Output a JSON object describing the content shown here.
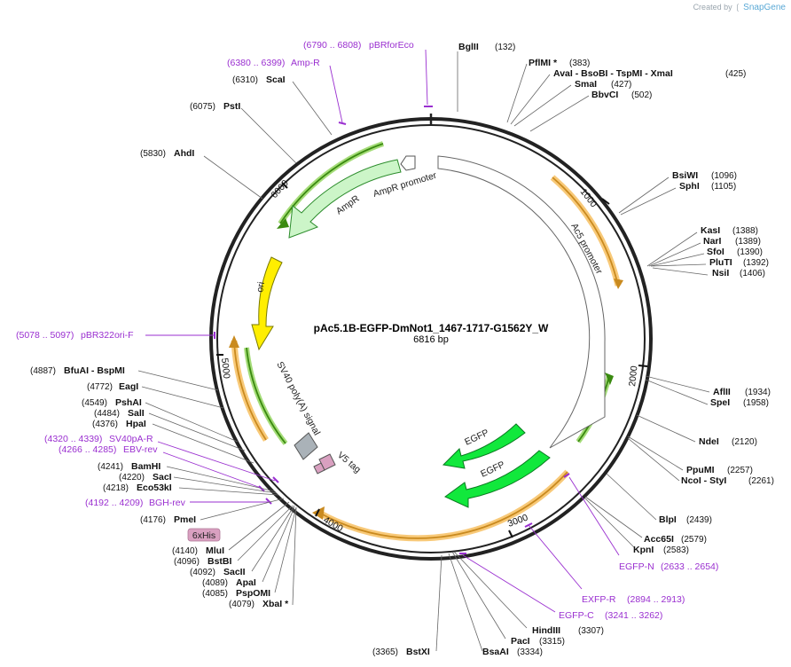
{
  "credit": {
    "prefix": "Created by",
    "brand": "SnapGene"
  },
  "plasmid": {
    "name": "pAc5.1B-EGFP-DmNot1_1467-1717-G1562Y_W",
    "length_label": "6816 bp",
    "length": 6816
  },
  "ticks": [
    {
      "label": "1000",
      "bp": 1000
    },
    {
      "label": "2000",
      "bp": 2000
    },
    {
      "label": "3000",
      "bp": 3000
    },
    {
      "label": "4000",
      "bp": 4000
    },
    {
      "label": "5000",
      "bp": 5000
    },
    {
      "label": "6000",
      "bp": 6000
    }
  ],
  "colors": {
    "backbone": "#222222",
    "primer": "#9a2fd0",
    "orange": "#f0a030",
    "green": "#33cc33",
    "light_green": "#ccf5c8",
    "yellow": "#ffee00",
    "gray": "#aab2b8",
    "pink": "#d9a0c0"
  },
  "sites": [
    {
      "name": "BglII",
      "pos": "(132)",
      "bp": 132
    },
    {
      "name": "PflMI *",
      "pos": "(383)",
      "bp": 383
    },
    {
      "name": "AvaI - BsoBI - TspMI - XmaI",
      "pos": "(425)",
      "bp": 425
    },
    {
      "name": "SmaI",
      "pos": "(427)",
      "bp": 427
    },
    {
      "name": "BbvCI",
      "pos": "(502)",
      "bp": 502
    },
    {
      "name": "BsiWI",
      "pos": "(1096)",
      "bp": 1096
    },
    {
      "name": "SphI",
      "pos": "(1105)",
      "bp": 1105
    },
    {
      "name": "KasI",
      "pos": "(1388)",
      "bp": 1388
    },
    {
      "name": "NarI",
      "pos": "(1389)",
      "bp": 1389
    },
    {
      "name": "SfoI",
      "pos": "(1390)",
      "bp": 1390
    },
    {
      "name": "PluTI",
      "pos": "(1392)",
      "bp": 1392
    },
    {
      "name": "NsiI",
      "pos": "(1406)",
      "bp": 1406
    },
    {
      "name": "AflII",
      "pos": "(1934)",
      "bp": 1934
    },
    {
      "name": "SpeI",
      "pos": "(1958)",
      "bp": 1958
    },
    {
      "name": "NdeI",
      "pos": "(2120)",
      "bp": 2120
    },
    {
      "name": "PpuMI",
      "pos": "(2257)",
      "bp": 2257
    },
    {
      "name": "NcoI - StyI",
      "pos": "(2261)",
      "bp": 2261
    },
    {
      "name": "BlpI",
      "pos": "(2439)",
      "bp": 2439
    },
    {
      "name": "Acc65I",
      "pos": "(2579)",
      "bp": 2579
    },
    {
      "name": "KpnI",
      "pos": "(2583)",
      "bp": 2583
    },
    {
      "name": "HindIII",
      "pos": "(3307)",
      "bp": 3307
    },
    {
      "name": "PacI",
      "pos": "(3315)",
      "bp": 3315
    },
    {
      "name": "BsaAI",
      "pos": "(3334)",
      "bp": 3334
    },
    {
      "name": "BstXI",
      "pos": "(3365)",
      "bp": 3365
    },
    {
      "name": "XbaI *",
      "pos": "(4079)",
      "bp": 4079
    },
    {
      "name": "PspOMI",
      "pos": "(4085)",
      "bp": 4085
    },
    {
      "name": "ApaI",
      "pos": "(4089)",
      "bp": 4089
    },
    {
      "name": "SacII",
      "pos": "(4092)",
      "bp": 4092
    },
    {
      "name": "BstBI",
      "pos": "(4096)",
      "bp": 4096
    },
    {
      "name": "MluI",
      "pos": "(4140)",
      "bp": 4140
    },
    {
      "name": "PmeI",
      "pos": "(4176)",
      "bp": 4176
    },
    {
      "name": "Eco53kI",
      "pos": "(4218)",
      "bp": 4218
    },
    {
      "name": "SacI",
      "pos": "(4220)",
      "bp": 4220
    },
    {
      "name": "BamHI",
      "pos": "(4241)",
      "bp": 4241
    },
    {
      "name": "HpaI",
      "pos": "(4376)",
      "bp": 4376
    },
    {
      "name": "SalI",
      "pos": "(4484)",
      "bp": 4484
    },
    {
      "name": "PshAI",
      "pos": "(4549)",
      "bp": 4549
    },
    {
      "name": "EagI",
      "pos": "(4772)",
      "bp": 4772
    },
    {
      "name": "BfuAI - BspMI",
      "pos": "(4887)",
      "bp": 4887
    },
    {
      "name": "AhdI",
      "pos": "(5830)",
      "bp": 5830
    },
    {
      "name": "PstI",
      "pos": "(6075)",
      "bp": 6075
    },
    {
      "name": "ScaI",
      "pos": "(6310)",
      "bp": 6310
    }
  ],
  "primers": [
    {
      "name": "pBRforEco",
      "range": "(6790 .. 6808)",
      "bp": 6799
    },
    {
      "name": "Amp-R",
      "range": "(6380 .. 6399)",
      "bp": 6390
    },
    {
      "name": "pBR322ori-F",
      "range": "(5078 .. 5097)",
      "bp": 5088
    },
    {
      "name": "SV40pA-R",
      "range": "(4320 .. 4339)",
      "bp": 4330
    },
    {
      "name": "EBV-rev",
      "range": "(4266 .. 4285)",
      "bp": 4276
    },
    {
      "name": "BGH-rev",
      "range": "(4192 .. 4209)",
      "bp": 4200
    },
    {
      "name": "EGFP-N",
      "range": "(2633 .. 2654)",
      "bp": 2644
    },
    {
      "name": "EXFP-R",
      "range": "(2894 .. 2913)",
      "bp": 2904
    },
    {
      "name": "EGFP-C",
      "range": "(3241 .. 3262)",
      "bp": 3252
    }
  ],
  "features": [
    {
      "name": "AmpR promoter",
      "start": 6640,
      "end": 6745,
      "dir": -1,
      "type": "promoter"
    },
    {
      "name": "AmpR",
      "start": 5780,
      "end": 6640,
      "dir": -1,
      "type": "cds"
    },
    {
      "name": "ori",
      "start": 5000,
      "end": 5590,
      "dir": -1,
      "type": "ori"
    },
    {
      "name": "Ac5 promoter",
      "start": 90,
      "end": 2580,
      "dir": 1,
      "type": "promoter"
    },
    {
      "name": "EGFP",
      "start": 2640,
      "end": 3000,
      "dir": -1,
      "type": "cds"
    },
    {
      "name": "EGFP",
      "start": 2610,
      "end": 2980,
      "dir": -1,
      "type": "cds"
    },
    {
      "name": "SV40 poly(A) signal",
      "start": 4330,
      "end": 4460,
      "dir": -1,
      "type": "terminator"
    },
    {
      "name": "V5 tag",
      "start": 4255,
      "end": 4300,
      "dir": -1,
      "type": "tag"
    },
    {
      "name": "6xHis",
      "start": 4225,
      "end": 4250,
      "dir": -1,
      "type": "tag"
    }
  ]
}
